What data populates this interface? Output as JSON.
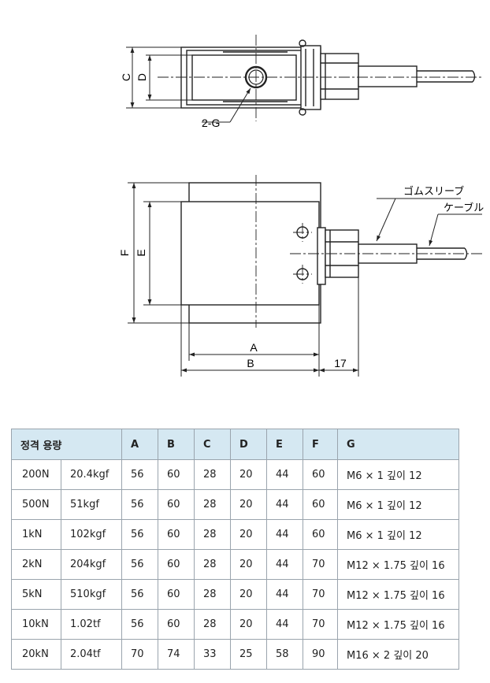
{
  "diagram": {
    "top_view": {
      "dimension_labels": [
        "C",
        "D"
      ],
      "thread_label": "2-G"
    },
    "front_view": {
      "dimension_labels": [
        "F",
        "E",
        "A",
        "B"
      ],
      "cable_offset": "17",
      "callouts": [
        "ゴムスリーブ",
        "ケーブル"
      ]
    }
  },
  "table": {
    "headers": [
      "정격 용량",
      "A",
      "B",
      "C",
      "D",
      "E",
      "F",
      "G"
    ],
    "rows": [
      [
        "200N",
        "20.4kgf",
        "56",
        "60",
        "28",
        "20",
        "44",
        "60",
        "M6 × 1 깊이 12"
      ],
      [
        "500N",
        "51kgf",
        "56",
        "60",
        "28",
        "20",
        "44",
        "60",
        "M6 × 1 깊이 12"
      ],
      [
        "1kN",
        "102kgf",
        "56",
        "60",
        "28",
        "20",
        "44",
        "60",
        "M6 × 1 깊이 12"
      ],
      [
        "2kN",
        "204kgf",
        "56",
        "60",
        "28",
        "20",
        "44",
        "70",
        "M12 × 1.75 깊이 16"
      ],
      [
        "5kN",
        "510kgf",
        "56",
        "60",
        "28",
        "20",
        "44",
        "70",
        "M12 × 1.75 깊이 16"
      ],
      [
        "10kN",
        "1.02tf",
        "56",
        "60",
        "28",
        "20",
        "44",
        "70",
        "M12 × 1.75 깊이 16"
      ],
      [
        "20kN",
        "2.04tf",
        "70",
        "74",
        "33",
        "25",
        "58",
        "90",
        "M16 × 2 깊이 20"
      ]
    ]
  }
}
